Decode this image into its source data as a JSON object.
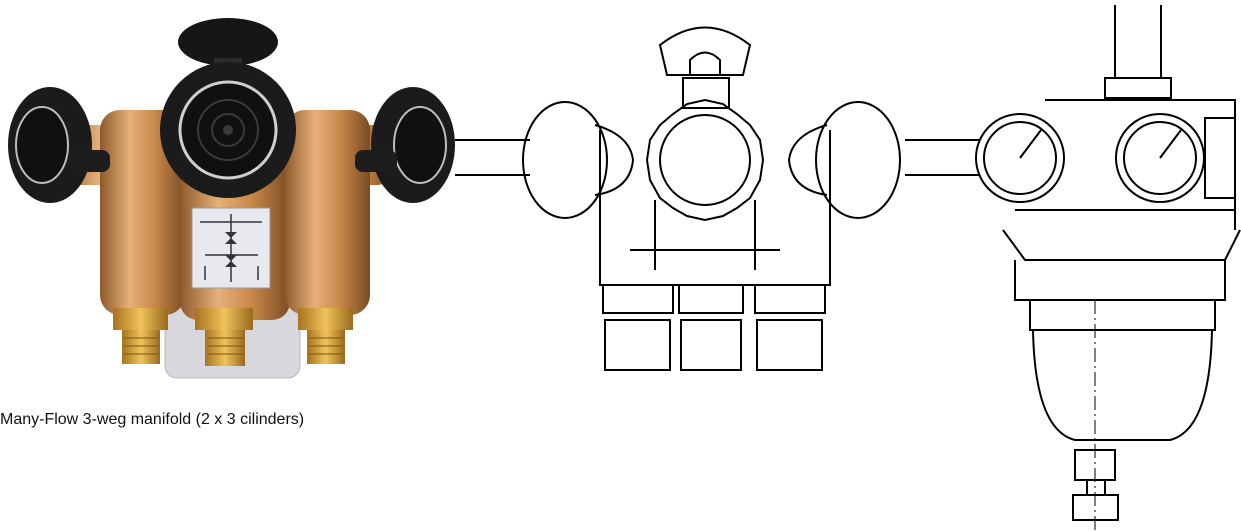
{
  "caption": "Many-Flow 3-weg manifold (2 x 3 cilinders)",
  "colors": {
    "brass": "#c8884a",
    "brass_light": "#e6b07a",
    "brass_dark": "#8e5a2b",
    "knob": "#1b1b1b",
    "fitting": "#d9a437",
    "line": "#000000"
  },
  "icons": {
    "photo": "manifold-photo",
    "drawing": "manifold-line-drawing"
  }
}
